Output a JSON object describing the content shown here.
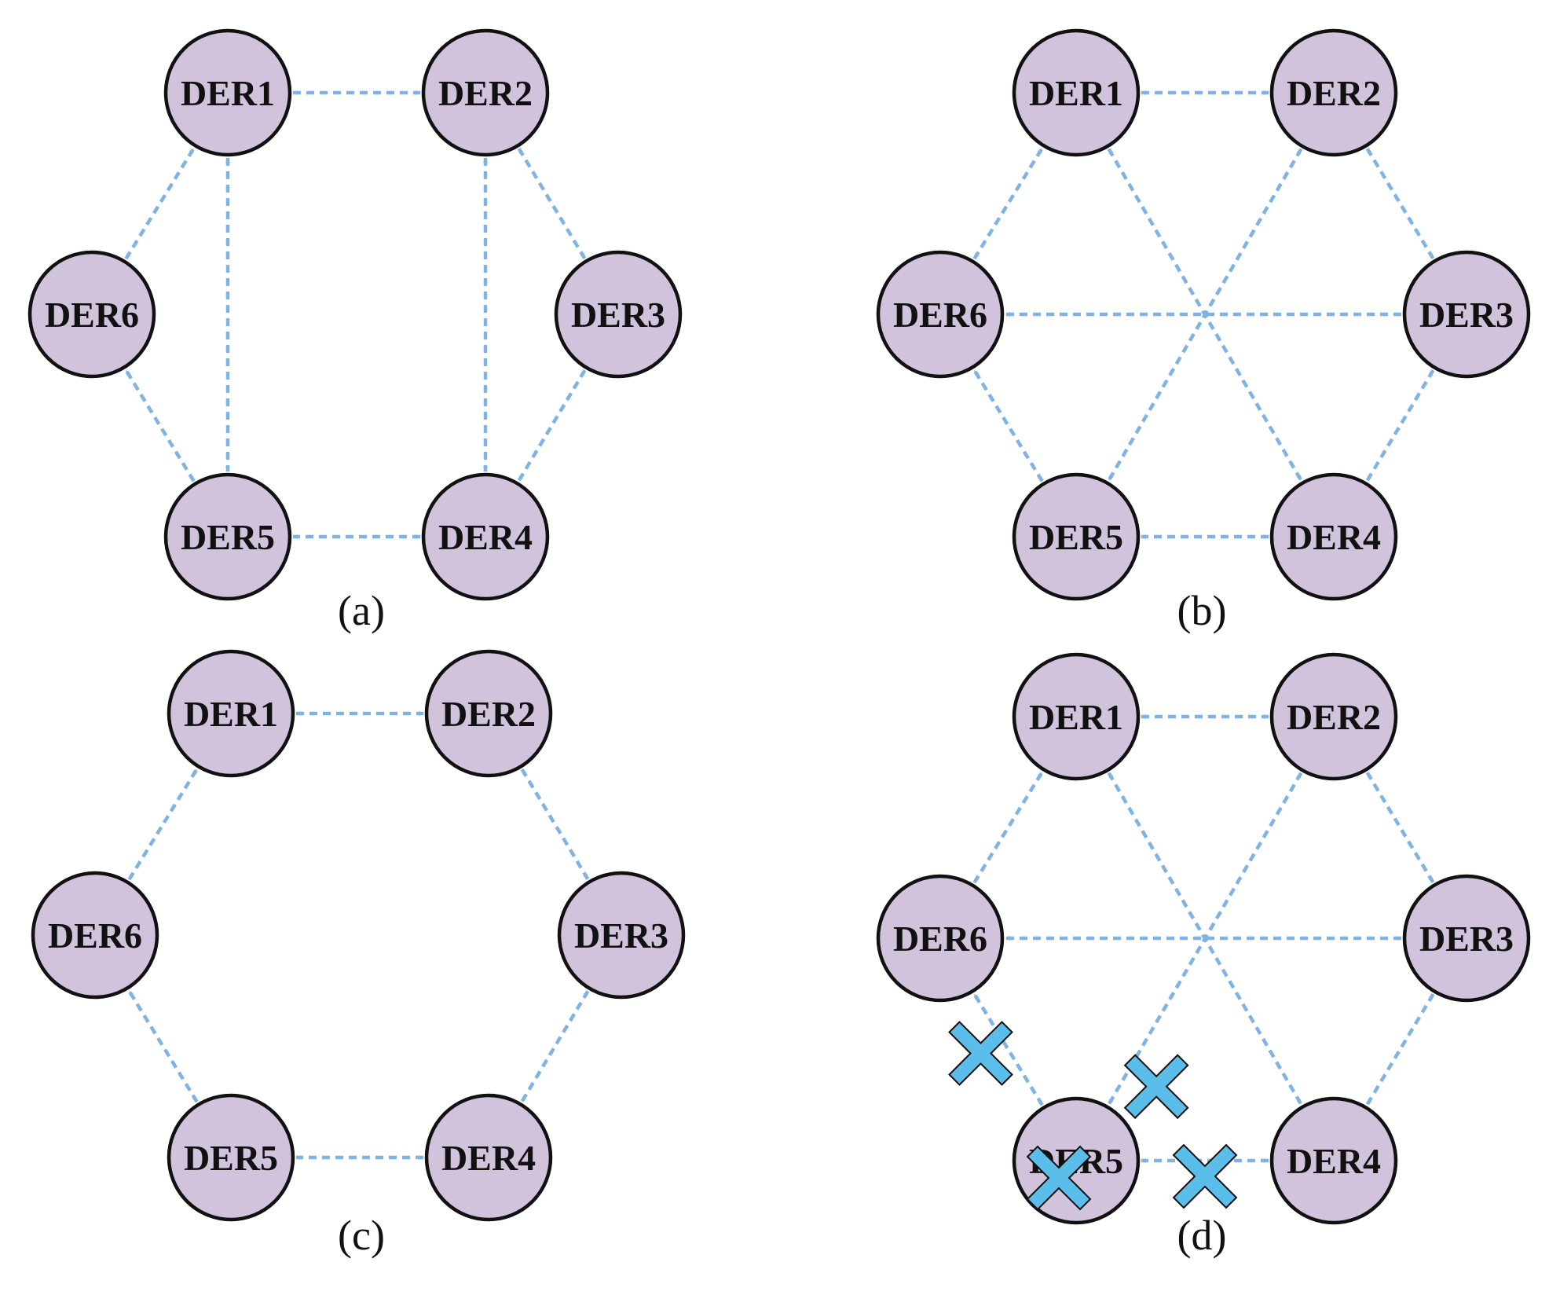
{
  "colors": {
    "node_fill": "#d1c3dc",
    "node_stroke": "#111111",
    "edge": "#7fb3e4",
    "failure_mark": "#5bbde9"
  },
  "panels": [
    {
      "caption": "(a)",
      "nodes": [
        "DER1",
        "DER2",
        "DER3",
        "DER4",
        "DER5",
        "DER6"
      ],
      "edges": [
        [
          "DER1",
          "DER2"
        ],
        [
          "DER2",
          "DER3"
        ],
        [
          "DER3",
          "DER4"
        ],
        [
          "DER4",
          "DER5"
        ],
        [
          "DER5",
          "DER6"
        ],
        [
          "DER6",
          "DER1"
        ],
        [
          "DER1",
          "DER5"
        ],
        [
          "DER2",
          "DER4"
        ]
      ],
      "failed_links": []
    },
    {
      "caption": "(b)",
      "nodes": [
        "DER1",
        "DER2",
        "DER3",
        "DER4",
        "DER5",
        "DER6"
      ],
      "edges": [
        [
          "DER1",
          "DER2"
        ],
        [
          "DER2",
          "DER3"
        ],
        [
          "DER3",
          "DER4"
        ],
        [
          "DER4",
          "DER5"
        ],
        [
          "DER5",
          "DER6"
        ],
        [
          "DER6",
          "DER1"
        ],
        [
          "DER1",
          "DER4"
        ],
        [
          "DER2",
          "DER5"
        ],
        [
          "DER3",
          "DER6"
        ]
      ],
      "failed_links": []
    },
    {
      "caption": "(c)",
      "nodes": [
        "DER1",
        "DER2",
        "DER3",
        "DER4",
        "DER5",
        "DER6"
      ],
      "edges": [
        [
          "DER1",
          "DER2"
        ],
        [
          "DER2",
          "DER3"
        ],
        [
          "DER3",
          "DER4"
        ],
        [
          "DER4",
          "DER5"
        ],
        [
          "DER5",
          "DER6"
        ],
        [
          "DER6",
          "DER1"
        ]
      ],
      "failed_links": []
    },
    {
      "caption": "(d)",
      "nodes": [
        "DER1",
        "DER2",
        "DER3",
        "DER4",
        "DER5",
        "DER6"
      ],
      "edges": [
        [
          "DER1",
          "DER2"
        ],
        [
          "DER2",
          "DER3"
        ],
        [
          "DER3",
          "DER4"
        ],
        [
          "DER4",
          "DER5"
        ],
        [
          "DER5",
          "DER6"
        ],
        [
          "DER6",
          "DER1"
        ],
        [
          "DER1",
          "DER4"
        ],
        [
          "DER2",
          "DER5"
        ],
        [
          "DER3",
          "DER6"
        ]
      ],
      "failed_links": [
        [
          "DER5",
          "DER6"
        ],
        [
          "DER2",
          "DER5"
        ],
        [
          "DER4",
          "DER5"
        ]
      ],
      "failed_nodes": [
        "DER5"
      ]
    }
  ]
}
